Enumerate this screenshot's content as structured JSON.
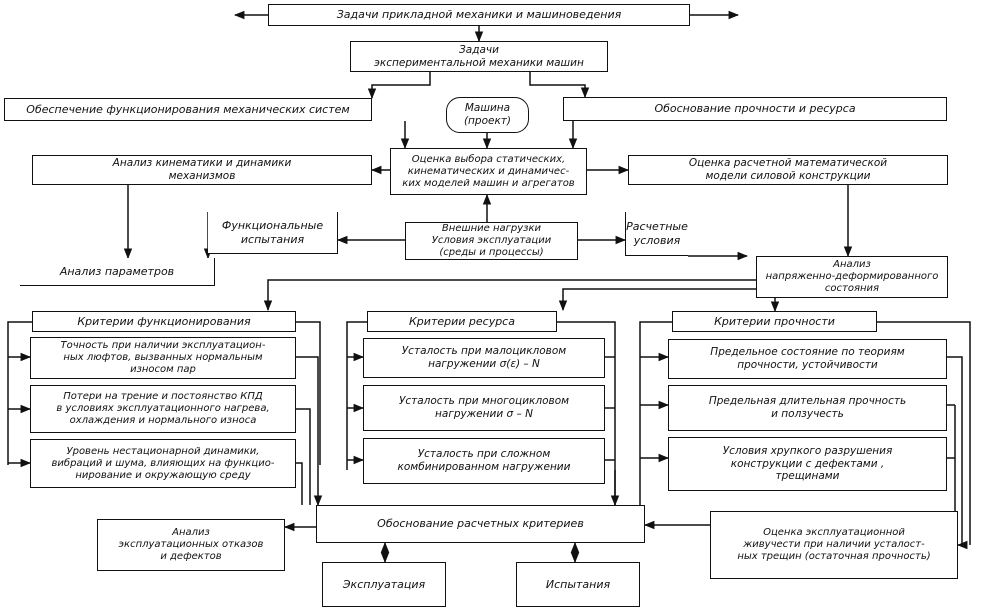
{
  "nodes": {
    "applied_tasks": "Задачи прикладной механики и машиноведения",
    "experimental_tasks": "Задачи\nэкспериментальной механики машин",
    "functioning_support": "Обеспечение функционирования механических систем",
    "machine_project": "Машина\n(проект)",
    "strength_justification": "Обоснование прочности и ресурса",
    "kinematics_analysis": "Анализ кинематики и динамики\nмеханизмов",
    "model_selection": "Оценка выбора статических,\nкинематических и динамичес-\nких моделей машин и агрегатов",
    "calc_model_evaluation": "Оценка расчетной математической\nмодели силовой конструкции",
    "functional_tests": "Функциональные\nиспытания",
    "external_loads": "Внешние нагрузки\nУсловия эксплуатации\n(среды и процессы)",
    "calc_conditions": "Расчетные\nусловия",
    "parameters_analysis": "Анализ параметров",
    "stress_analysis": "Анализ\nнапряженно-деформированного\nсостояния",
    "func_criteria": "Критерии функционирования",
    "resource_criteria": "Критерии ресурса",
    "strength_criteria": "Критерии прочности",
    "accuracy": "Точность при наличии эксплуатацион-\nных люфтов, вызванных нормальным\nизносом пар",
    "friction_losses": "Потери на трение и постоянство КПД\nв условиях эксплуатационного нагрева,\nохлаждения и нормального износа",
    "nonstationary_dynamics": "Уровень нестационарной динамики,\nвибраций и шума, влияющих на функцио-\nнирование и окружающую среду",
    "low_cycle_fatigue": "Усталость при малоцикловом\nнагружении σ(ε) – N",
    "high_cycle_fatigue": "Усталость при многоцикловом\nнагружении σ – N",
    "combined_fatigue": "Усталость при сложном\nкомбинированном нагружении",
    "limit_state": "Предельное состояние по теориям\nпрочности, устойчивости",
    "long_term_strength": "Предельная длительная прочность\nи ползучесть",
    "brittle_fracture": "Условия хрупкого разрушения\nконструкции с дефектами ,\nтрещинами",
    "criteria_justification": "Обоснование расчетных критериев",
    "failure_analysis": "Анализ\nэксплуатационных отказов\nи дефектов",
    "survivability": "Оценка эксплуатационной\nживучести при наличии усталост-\nных трещин (остаточная прочность)",
    "operation": "Эксплуатация",
    "testing": "Испытания"
  }
}
